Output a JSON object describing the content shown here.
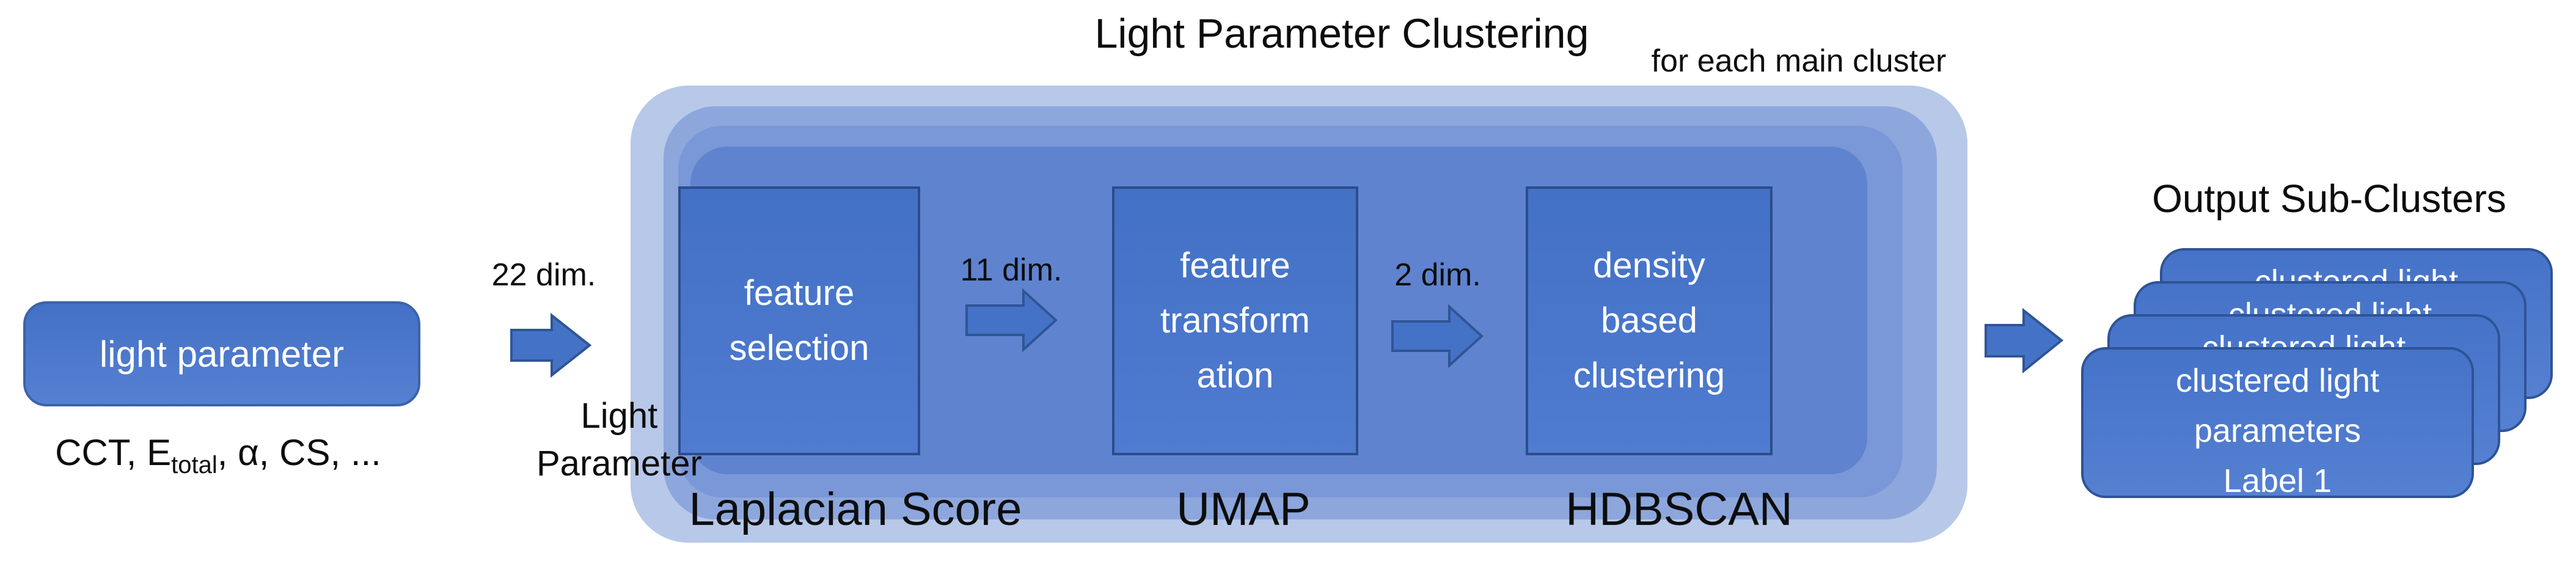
{
  "diagram": {
    "input": {
      "label": "light parameter",
      "features_prefix": "CCT, E",
      "features_sub": "total",
      "features_suffix": ", α, CS, ..."
    },
    "flow_in": {
      "dim_label": "22 dim.",
      "caption_line1": "Light",
      "caption_line2": "Parameter"
    },
    "clustering": {
      "title": "Light Parameter Clustering",
      "subtitle": "for each main cluster",
      "steps": [
        {
          "line1": "feature",
          "line2": "selection",
          "method": "Laplacian Score",
          "out_dim": "11 dim."
        },
        {
          "line1": "feature",
          "line2": "transform",
          "line3": "ation",
          "method": "UMAP",
          "out_dim": "2 dim."
        },
        {
          "line1": "density",
          "line2": "based",
          "line3": "clustering",
          "method": "HDBSCAN"
        }
      ]
    },
    "output": {
      "title": "Output Sub-Clusters",
      "stack": [
        {
          "line1": "clustered light"
        },
        {
          "line1": "clustered light"
        },
        {
          "line1": "clustered light"
        },
        {
          "line1": "clustered light",
          "line2": "parameters",
          "line3": "Label 1"
        }
      ]
    },
    "colors": {
      "shape_fill": "#4472c6",
      "shape_border": "#2f5597",
      "container_layer_1": "#b7c8e9",
      "container_layer_2": "#8da7dd",
      "container_layer_3": "#7a97d7",
      "container_layer_4": "#5f83cf",
      "text_dark": "#0d0d0d",
      "text_light": "#ffffff"
    }
  }
}
